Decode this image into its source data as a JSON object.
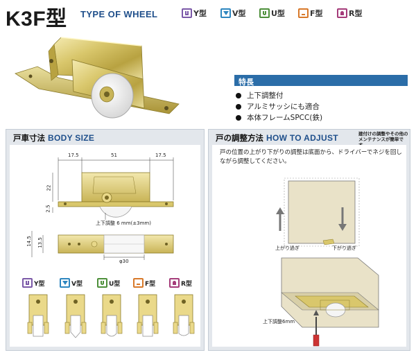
{
  "header": {
    "model": "K3F型",
    "type_of_wheel": "TYPE OF WHEEL",
    "types": [
      {
        "label": "Y型",
        "color": "#7b59a8"
      },
      {
        "label": "V型",
        "color": "#2d86bf"
      },
      {
        "label": "U型",
        "color": "#4d8f3a"
      },
      {
        "label": "F型",
        "color": "#d8792a"
      },
      {
        "label": "R型",
        "color": "#a53c7a"
      }
    ]
  },
  "features": {
    "title": "特長",
    "items": [
      "上下調整付",
      "アルミサッシにも適合",
      "本体フレームSPCC(鉄)"
    ]
  },
  "body_size": {
    "title_jp": "戸車寸法",
    "title_en": "BODY SIZE",
    "dims": {
      "left": "17.5",
      "center": "51",
      "right": "17.5",
      "height": "22",
      "bottom": "2.5",
      "adjust": "上下調整 6 mm(±3mm)",
      "w1": "14.5",
      "w2": "13.5",
      "dia": "φ30"
    },
    "wheel_types": [
      "Y型",
      "V型",
      "U型",
      "F型",
      "R型"
    ]
  },
  "how_to_adjust": {
    "title_jp": "戸の調整方法",
    "title_en": "HOW TO ADJUST",
    "note_line1": "建付けの調整やその他の",
    "note_line2": "メンテナンスが簡単です。",
    "text": "戸の位置の上がり下がりの調整は底面から、ドライバーでネジを回しながら調整してください。",
    "label_up": "上がり過ぎ",
    "label_down": "下がり過ぎ",
    "adjust_label": "上下調整6mm"
  }
}
